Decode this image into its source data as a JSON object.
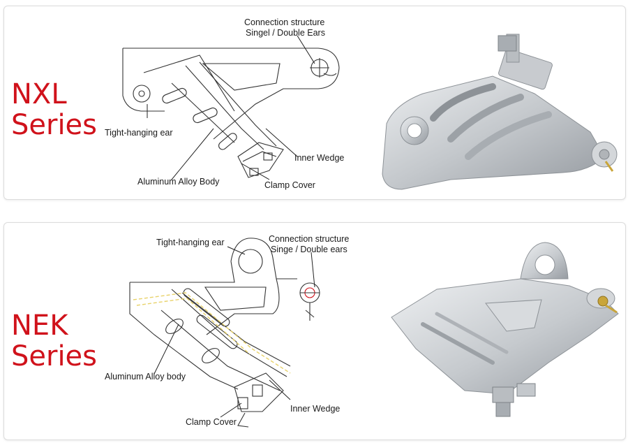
{
  "nxl": {
    "series_line1": "NXL",
    "series_line2": "Series",
    "labels": {
      "connection_line1": "Connection structure",
      "connection_line2": "Singel / Double Ears",
      "tight_hanging_ear": "Tight-hanging ear",
      "inner_wedge": "Inner Wedge",
      "aluminum_body": "Aluminum Alloy Body",
      "clamp_cover": "Clamp Cover"
    }
  },
  "nek": {
    "series_line1": "NEK",
    "series_line2": "Series",
    "labels": {
      "tight_hanging_ear": "Tight-hanging ear",
      "connection_line1": "Connection structure",
      "connection_line2": "Singe / Double ears",
      "aluminum_body": "Aluminum Alloy body",
      "inner_wedge": "Inner Wedge",
      "clamp_cover": "Clamp Cover"
    }
  },
  "colors": {
    "series_title": "#d0121b",
    "metal_light": "#e4e6e8",
    "metal_mid": "#b9bdc1",
    "metal_dark": "#8d9297",
    "yellow_dash": "#e8d26a"
  }
}
